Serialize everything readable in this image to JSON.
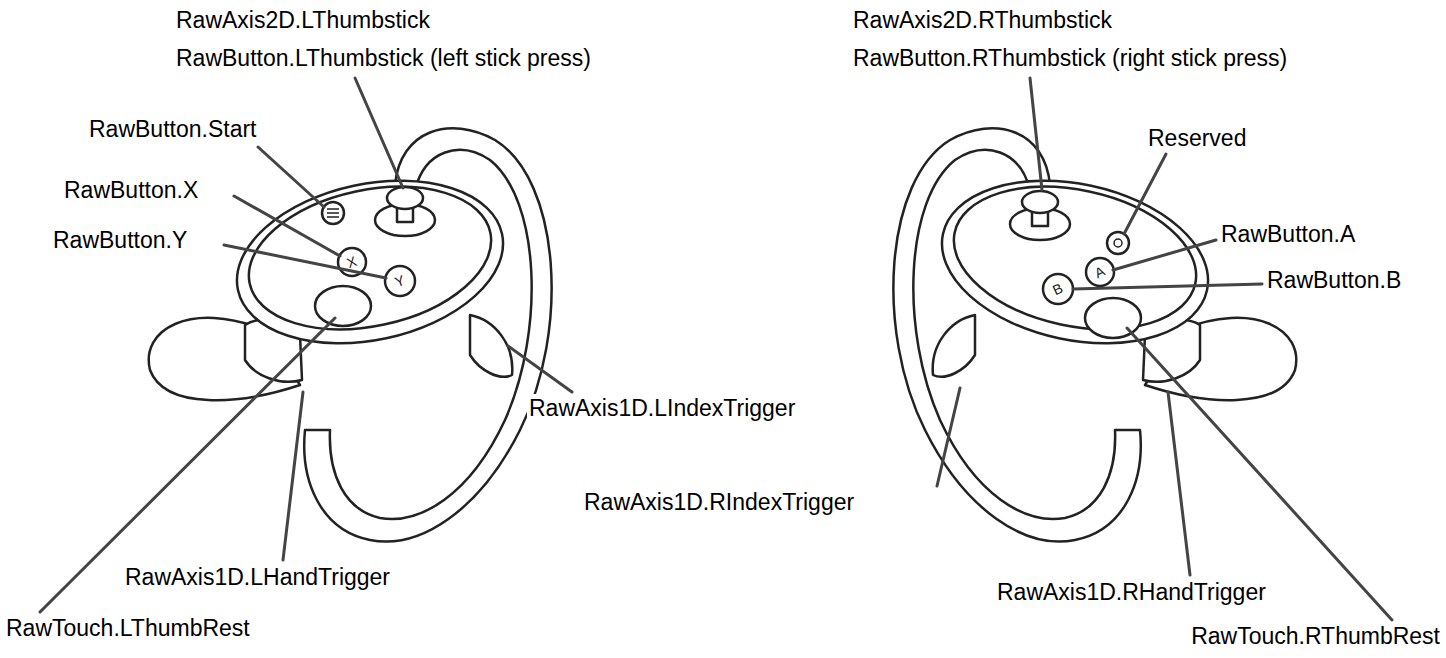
{
  "diagram": {
    "labels": [
      "RawAxis2D.LThumbstick",
      "RawButton.LThumbstick (left stick press)",
      "RawButton.Start",
      "RawButton.X",
      "RawButton.Y",
      "X",
      "Y",
      "RawAxis1D.LIndexTrigger",
      "RawAxis1D.LHandTrigger",
      "RawTouch.LThumbRest",
      "RawAxis2D.RThumbstick",
      "RawButton.RThumbstick (right stick press)",
      "Reserved",
      "RawButton.A",
      "RawButton.B",
      "B",
      "A",
      "RawAxis1D.RIndexTrigger",
      "RawAxis1D.RHandTrigger",
      "RawTouch.RThumbRest"
    ]
  }
}
